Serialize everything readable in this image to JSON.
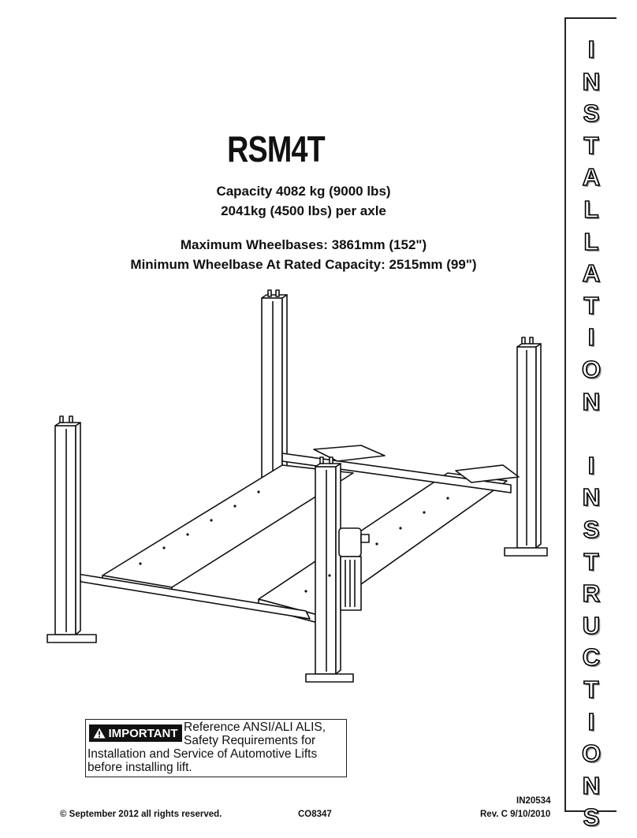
{
  "document": {
    "model": "RSM4T",
    "capacity_line1": "Capacity 4082 kg (9000 lbs)",
    "capacity_line2": "2041kg (4500 lbs) per axle",
    "wheelbase_max": "Maximum Wheelbases: 3861mm (152\")",
    "wheelbase_min": "Minimum Wheelbase At Rated Capacity: 2515mm (99\")"
  },
  "sidebar": {
    "letters": [
      "I",
      "N",
      "S",
      "T",
      "A",
      "L",
      "L",
      "A",
      "T",
      "I",
      "O",
      "N",
      "",
      "I",
      "N",
      "S",
      "T",
      "R",
      "U",
      "C",
      "T",
      "I",
      "O",
      "N",
      "S"
    ]
  },
  "notice": {
    "badge_label": "IMPORTANT",
    "badge_icon": "warning-triangle-icon",
    "line1": "Reference ANSI/ALI ALIS,",
    "line2": "Safety Requirements for",
    "line3": "Installation and Service of Automotive Lifts",
    "line4": "before installing lift."
  },
  "footer": {
    "copyright": "© September 2012 all rights reserved.",
    "code": "CO8347",
    "doc_number": "IN20534",
    "revision": "Rev. C 9/10/2010"
  }
}
